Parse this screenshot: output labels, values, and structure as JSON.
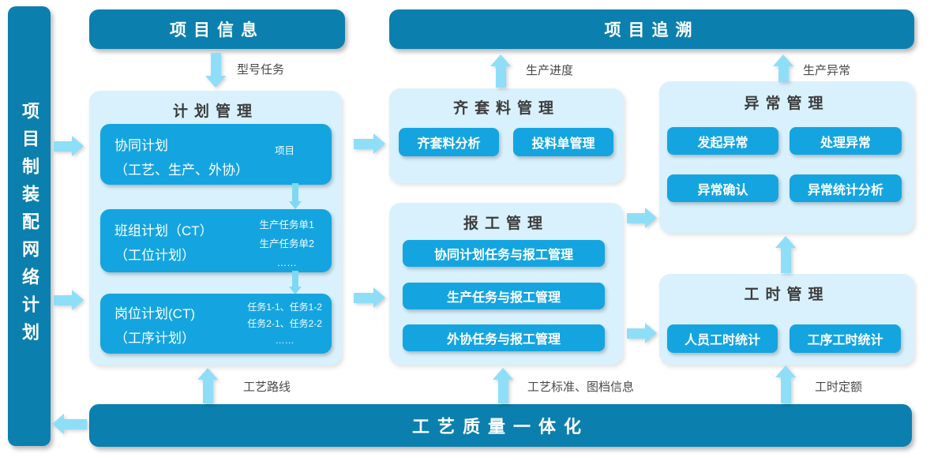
{
  "colors": {
    "dark_teal": "#0b80ae",
    "panel_light": "#d9f1fc",
    "module_blue": "#14a5e0",
    "arrow_blue": "#8fdef8"
  },
  "left_bar": {
    "title": "项目制装配网络计划"
  },
  "headers": {
    "project_info": "项目信息",
    "project_trace": "项目追溯"
  },
  "plan_panel": {
    "title": "计划管理",
    "boxes": [
      {
        "line1": "协同计划",
        "line2": "（工艺、生产、外协）",
        "sides": [
          "项目"
        ]
      },
      {
        "line1": "班组计划（CT）",
        "line2": "（工位计划）",
        "sides": [
          "生产任务单1",
          "生产任务单2",
          "……"
        ]
      },
      {
        "line1": "岗位计划(CT)",
        "line2": "（工序计划）",
        "sides": [
          "任务1-1、任务1-2",
          "任务2-1、任务2-2",
          "……"
        ]
      }
    ]
  },
  "material_panel": {
    "title": "齐套料管理",
    "buttons": [
      "齐套料分析",
      "投料单管理"
    ]
  },
  "report_panel": {
    "title": "报工管理",
    "buttons": [
      "协同计划任务与报工管理",
      "生产任务与报工管理",
      "外协任务与报工管理"
    ]
  },
  "exception_panel": {
    "title": "异常管理",
    "buttons": [
      "发起异常",
      "处理异常",
      "异常确认",
      "异常统计分析"
    ]
  },
  "workhour_panel": {
    "title": "工时管理",
    "buttons": [
      "人员工时统计",
      "工序工时统计"
    ]
  },
  "bottom_bar": {
    "title": "工艺质量一体化"
  },
  "flow_labels": {
    "model_task": "型号任务",
    "production_progress": "生产进度",
    "production_exception": "生产异常",
    "process_route": "工艺路线",
    "process_standard_docs": "工艺标准、图档信息",
    "workhour_quota": "工时定额"
  }
}
